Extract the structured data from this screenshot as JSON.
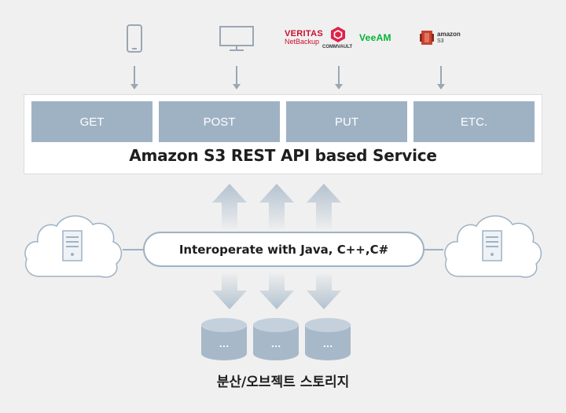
{
  "clients": {
    "logos": {
      "veritas_top": "VERITAS",
      "veritas_bottom": "NetBackup",
      "commvault": "COMMVAULT",
      "veeam": "VeeAM",
      "amazon": "amazon",
      "s3": "S3"
    }
  },
  "methods": [
    "GET",
    "POST",
    "PUT",
    "ETC."
  ],
  "service_title": "Amazon S3 REST API based Service",
  "interop_label": "Interoperate with Java, C++,C#",
  "storage": {
    "cylinder_dots": [
      "...",
      "...",
      "..."
    ],
    "label": "분산/오브젝트 스토리지"
  },
  "colors": {
    "background": "#f0f0f0",
    "accent": "#9fb2c4",
    "veritas_red": "#c8102e",
    "commvault_red": "#e0224a",
    "veeam_green": "#00b336",
    "aws_red": "#c7432f"
  }
}
